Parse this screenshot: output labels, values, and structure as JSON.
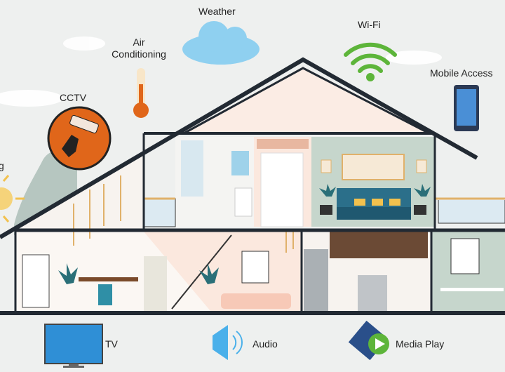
{
  "labels": {
    "weather": "Weather",
    "air_conditioning_line1": "Air",
    "air_conditioning_line2": "Conditioning",
    "wifi": "Wi-Fi",
    "mobile_access": "Mobile Access",
    "cctv": "CCTV",
    "lighting_partial": "g",
    "tv": "TV",
    "audio": "Audio",
    "media_play": "Media Play"
  },
  "icons": [
    "cloud-icon",
    "thermometer-icon",
    "wifi-icon",
    "tablet-icon",
    "cctv-icon",
    "sun-icon",
    "tv-icon",
    "speaker-icon",
    "media-play-icon"
  ],
  "colors": {
    "background": "#eef0ef",
    "roof_outline": "#222a33",
    "cctv_orange": "#e0661a",
    "wifi_green": "#5db53a",
    "cloud_blue": "#8fd0f0",
    "sun_yellow": "#f2c14e",
    "bedroom_wall": "#c6d6cc",
    "accent_blue": "#2f8fd6"
  }
}
